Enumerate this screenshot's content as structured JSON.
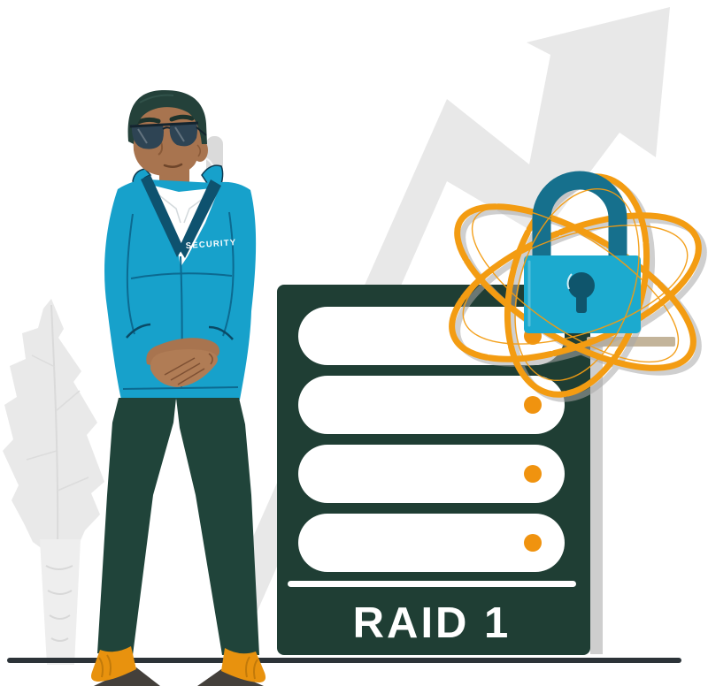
{
  "scene": {
    "description": "Illustration of a security guard protecting a RAID 1 server rack, with a padlock surrounded by atomic orbits and a growth arrow in the background",
    "server": {
      "label": "RAID 1",
      "bay_count": 4
    },
    "guard": {
      "jacket_label": "SECURITY"
    },
    "colors": {
      "teal_jacket": "#17a1cb",
      "teal_lock_body": "#1caacf",
      "teal_shackle": "#16708d",
      "keyhole_dark": "#0f556c",
      "rack_green": "#1f3e34",
      "pants_green": "#20443a",
      "dot_orange": "#f0930f",
      "orbit_orange": "#f39c12",
      "shoe_orange": "#e8920e",
      "background_gray": "#e8e8e8",
      "skin": "#a8744f",
      "hair": "#24413a",
      "ground": "#2c3338",
      "shelf_tan": "#c3b49a",
      "white": "#ffffff"
    }
  }
}
